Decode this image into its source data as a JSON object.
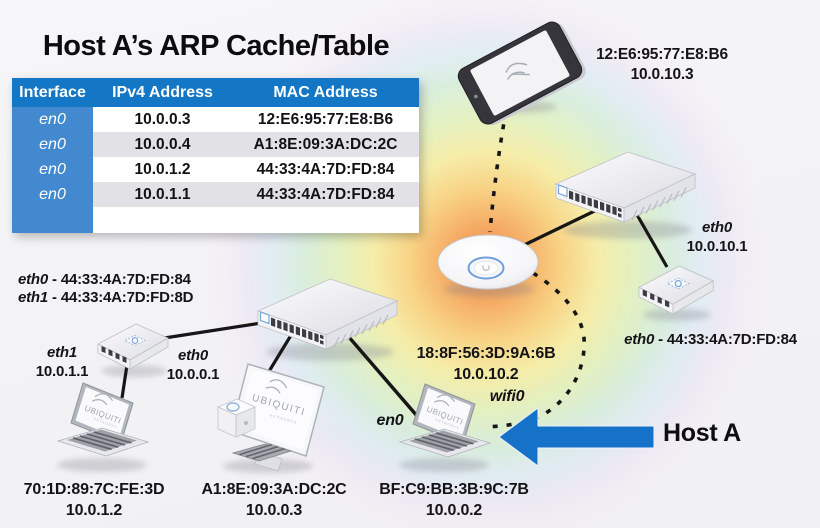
{
  "title": "Host A’s ARP Cache/Table",
  "separator": "-",
  "brand": {
    "name": "UBIQUITI",
    "sub": "NETWORKS"
  },
  "arp_table": {
    "headers": {
      "interface": "Interface",
      "ipv4": "IPv4 Address",
      "mac": "MAC Address"
    },
    "rows": [
      {
        "iface": "en0",
        "ip": "10.0.0.3",
        "mac": "12:E6:95:77:E8:B6"
      },
      {
        "iface": "en0",
        "ip": "10.0.0.4",
        "mac": "A1:8E:09:3A:DC:2C"
      },
      {
        "iface": "en0",
        "ip": "10.0.1.2",
        "mac": "44:33:4A:7D:FD:84"
      },
      {
        "iface": "en0",
        "ip": "10.0.1.1",
        "mac": "44:33:4A:7D:FD:84"
      }
    ]
  },
  "diagram": {
    "tablet_label": {
      "mac": "12:E6:95:77:E8:B6",
      "ip": "10.0.10.3"
    },
    "router_label": {
      "iface": "eth0",
      "ip": "10.0.10.1"
    },
    "router_mac_label": {
      "iface": "eth0",
      "mac": "44:33:4A:7D:FD:84"
    },
    "ap_label": {
      "mac": "18:8F:56:3D:9A:6B",
      "ip": "10.0.10.2"
    },
    "gateway_mac_labels": {
      "line1": {
        "iface": "eth0",
        "mac": "44:33:4A:7D:FD:84"
      },
      "line2": {
        "iface": "eth1",
        "mac": "44:33:4A:7D:FD:8D"
      }
    },
    "gateway_eth1_label": {
      "iface": "eth1",
      "ip": "10.0.1.1"
    },
    "gateway_eth0_label": {
      "iface": "eth0",
      "ip": "10.0.0.1"
    },
    "laptop_left_label": {
      "mac": "70:1D:89:7C:FE:3D",
      "ip": "10.0.1.2"
    },
    "desktop_label": {
      "mac": "A1:8E:09:3A:DC:2C",
      "ip": "10.0.0.3"
    },
    "host_a_laptop_label": {
      "mac": "BF:C9:BB:3B:9C:7B",
      "ip": "10.0.0.2"
    },
    "en0_label": "en0",
    "wifi0_label": "wifi0",
    "host_a_label": "Host A"
  },
  "colors": {
    "table_header_blue": "#1477c5",
    "interface_column_blue": "#4289cf",
    "row_alt_gray": "#e2e2e6",
    "arrow_blue": "#1671c9",
    "link_black": "#161616",
    "ap_ring_blue": "#6f9fd8"
  }
}
